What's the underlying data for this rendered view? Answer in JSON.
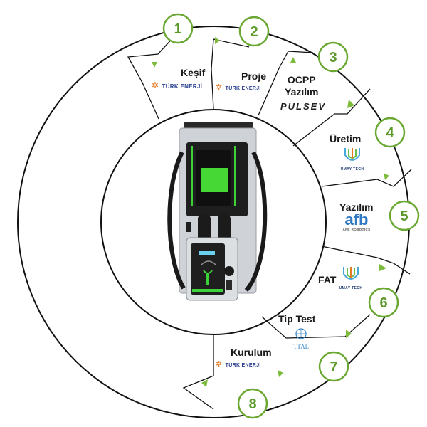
{
  "colors": {
    "ring": "#111111",
    "badge_border": "#6aa832",
    "badge_number": "#5d9a2c",
    "arrow": "#7dbb3c",
    "charger_screen": "#46d936",
    "charger_body": "#c9ccd0",
    "charger_dark": "#1e1e1e",
    "accent_green": "#3ed23a"
  },
  "steps": [
    {
      "number": "1",
      "label": "Keşif",
      "brand": "TÜRK ENERJİ",
      "brand_icon": "turk-enerji-logo-icon"
    },
    {
      "number": "2",
      "label": "Proje",
      "brand": "TÜRK ENERJİ",
      "brand_icon": "turk-enerji-logo-icon"
    },
    {
      "number": "3",
      "label_line1": "OCPP",
      "label_line2": "Yazılım",
      "brand": "PULSEV",
      "brand_icon": "pulsev-logo-icon"
    },
    {
      "number": "4",
      "label": "Üretim",
      "brand": "UMAY TECH",
      "brand_icon": "umay-tech-logo-icon"
    },
    {
      "number": "5",
      "label": "Yazılım",
      "brand": "afb",
      "brand_sub": "AFB ROBOTICS",
      "brand_icon": "afb-robotics-logo-icon"
    },
    {
      "number": "6",
      "label": "FAT",
      "brand": "UMAY TECH",
      "brand_icon": "umay-tech-logo-icon"
    },
    {
      "number": "7",
      "label": "Tip Test",
      "brand": "TTAL",
      "brand_icon": "ttal-logo-icon"
    },
    {
      "number": "8",
      "label": "Kurulum",
      "brand": "TÜRK ENERJİ",
      "brand_icon": "turk-enerji-logo-icon"
    }
  ]
}
